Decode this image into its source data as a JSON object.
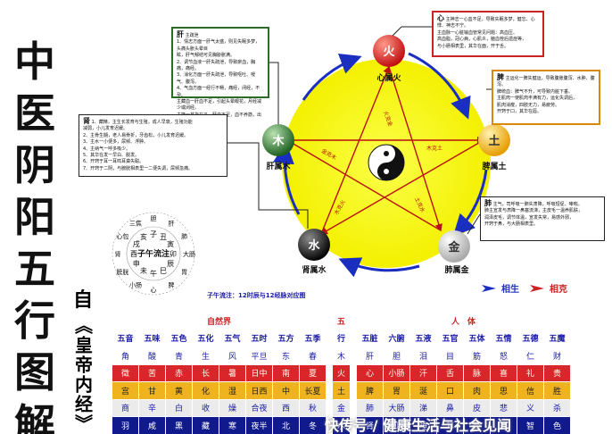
{
  "title": [
    "中",
    "医",
    "阴",
    "阳",
    "五",
    "行",
    "图",
    "解"
  ],
  "subtitle": {
    "from": "自",
    "source": "《皇帝内经》"
  },
  "center": {
    "label": "太极"
  },
  "elements": {
    "fire": {
      "char": "火",
      "caption": "心属火",
      "color": "#d8262a"
    },
    "earth": {
      "char": "土",
      "caption": "脾属土",
      "color": "#f0b320"
    },
    "metal": {
      "char": "金",
      "caption": "肺属金",
      "color": "#e6e6e6"
    },
    "water": {
      "char": "水",
      "caption": "肾属水",
      "color": "#222222"
    },
    "wood": {
      "char": "木",
      "caption": "肝属木",
      "color": "#2e7d32"
    }
  },
  "ke_labels": [
    "火克金",
    "木克土",
    "金克木",
    "水克火",
    "土克水"
  ],
  "info": {
    "liver": {
      "title": "肝",
      "subtitle": "主疏泄",
      "lines": [
        "1、情志方面一肝气太盛，则见失眠多梦，头痛头胀头晕目",
        "眩，肝气郁结可见胸胁胀满。",
        "2、调节血液一肝失疏泄，导致瘀血，胸痛，痛经。",
        "3、消化方面一肝失疏泄，导致呕吐、嗳气、腹泻。",
        "4、气血方面一经行不畅，痛经，闭经，不孕。",
        "主藏血一肝血不足，引起头晕眼花，月经减少或闭经。",
        "主筋一其华在爪，肝血不足，血不养筋，出现指甲",
        "与肢体颤抖，肝开于目。"
      ]
    },
    "heart": {
      "title": "心",
      "subtitle": "主神志一心血不足，导致失眠多梦，健忘、心悸、神志不宁。",
      "lines": [
        "主血脉一心脏输血管常见问题：高血压、",
        "高血脂，冠心病，心肌炎，脑血栓后遗症等，",
        "与小肠相表里，其华在面，开于舌。"
      ]
    },
    "spleen": {
      "title": "脾",
      "subtitle": "主运化一脾失健运，导致腹胀腹泻、水肿、腹泻。",
      "lines": [
        "脾统血：脾气不升，可导致内脏下垂。",
        "主肌肉一使肌肉丰满有力，运化失调后，",
        "肌肉消瘦，四肢无力，易疲劳。",
        "开窍于口，其华在唇。"
      ]
    },
    "lung": {
      "title": "肺",
      "subtitle": "主气，司呼吸一肺失肃降，呼吸短促、哮喘。",
      "lines": [
        "肺主宣发与肃降一鼻塞流涕，主皮毛一温养肌肤，",
        "润泽皮毛，调节体温，宣发失常，易感外邪，",
        "开窍于鼻，与大肠相表里。"
      ]
    },
    "kidney": {
      "title": "肾",
      "subtitle": "",
      "lines": [
        "1、藏精，主生长发育与生殖，成人早衰，生殖功能",
        "减弱，小儿发育迟缓。",
        "2、主骨生髓，老人易骨折，牙齿松，小儿发育迟缓。",
        "3、主水一小便多，尿频、浮肿。",
        "4、主纳气一呼多吸少。",
        "5、其华在发一早白、脱发。",
        "6、开窍于耳一耳鸣耳聋失聪。",
        "7、开窍于二阴，与膀胱相表里一二便失调，尿频急痛。"
      ]
    }
  },
  "clock": {
    "title": "子午流注",
    "branches": [
      "子",
      "丑",
      "寅",
      "卯",
      "辰",
      "巳",
      "午",
      "未",
      "申",
      "酉",
      "戌",
      "亥"
    ],
    "organs": [
      "胆",
      "肝",
      "肺",
      "大肠",
      "胃",
      "脾",
      "心",
      "小肠",
      "膀胱",
      "肾",
      "心包",
      "三焦"
    ]
  },
  "note": "子午流注：12时辰与12经脉对应图",
  "legend": {
    "generate": "相生",
    "restrain": "相克",
    "generate_color": "#1a2fc0",
    "restrain_color": "#c22222"
  },
  "table": {
    "nature_label": "自然界",
    "wuxing_label": "五",
    "body_label": "人　体",
    "headers": [
      "五音",
      "五味",
      "五色",
      "五化",
      "五气",
      "五时",
      "五方",
      "五季",
      "行",
      "五脏",
      "六腑",
      "五液",
      "五官",
      "五体",
      "五情",
      "五德",
      "五魔"
    ],
    "rows": [
      [
        "角",
        "酸",
        "青",
        "生",
        "风",
        "平旦",
        "东",
        "春",
        "木",
        "肝",
        "胆",
        "泪",
        "目",
        "筋",
        "怒",
        "仁",
        "财"
      ],
      [
        "徵",
        "苦",
        "赤",
        "长",
        "暑",
        "日中",
        "南",
        "夏",
        "火",
        "心",
        "小肠",
        "汗",
        "舌",
        "脉",
        "喜",
        "礼",
        "贵"
      ],
      [
        "宫",
        "甘",
        "黄",
        "化",
        "湿",
        "日西",
        "中",
        "长夏",
        "土",
        "脾",
        "胃",
        "涎",
        "口",
        "肉",
        "思",
        "信",
        "胜"
      ],
      [
        "商",
        "辛",
        "白",
        "收",
        "燥",
        "合夜",
        "西",
        "秋",
        "金",
        "肺",
        "大肠",
        "涕",
        "鼻",
        "皮",
        "悲",
        "义",
        "杀"
      ],
      [
        "羽",
        "咸",
        "黑",
        "藏",
        "寒",
        "夜半",
        "北",
        "冬",
        "水",
        "肾",
        "膀胱",
        "唾",
        "耳",
        "骨",
        "恐",
        "智",
        "色"
      ]
    ]
  },
  "watermark": "快传号 / 健康生活与社会见闻"
}
